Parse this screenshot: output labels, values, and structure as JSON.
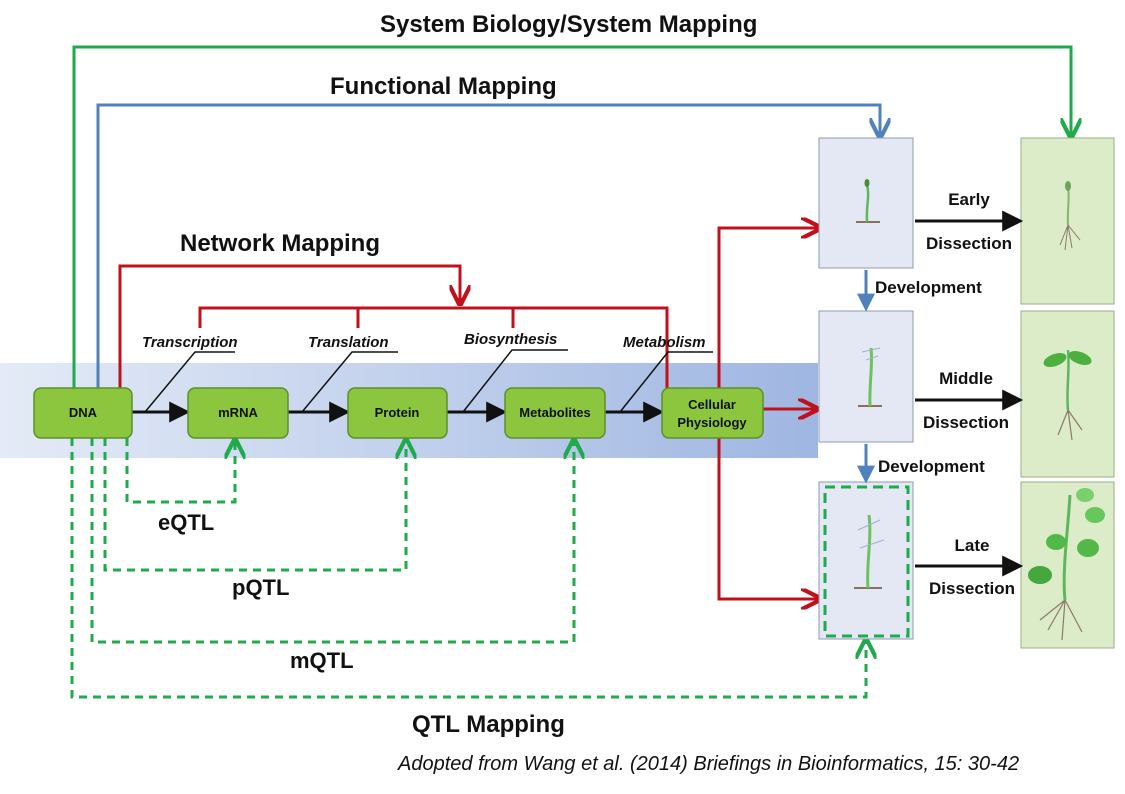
{
  "titles": {
    "system": "System Biology/System Mapping",
    "functional": "Functional Mapping",
    "network": "Network Mapping",
    "qtl": "QTL Mapping"
  },
  "steps": {
    "transcription": "Transcription",
    "translation": "Translation",
    "biosynthesis": "Biosynthesis",
    "metabolism": "Metabolism"
  },
  "nodes": {
    "dna": "DNA",
    "mrna": "mRNA",
    "protein": "Protein",
    "metabolites": "Metabolites",
    "cellular_line1": "Cellular",
    "cellular_line2": "Physiology"
  },
  "qtl_types": {
    "eqtl": "eQTL",
    "pqtl": "pQTL",
    "mqtl": "mQTL"
  },
  "stages": {
    "early": "Early",
    "middle": "Middle",
    "late": "Late",
    "dissection": "Dissection",
    "development": "Development"
  },
  "citation": "Adopted from Wang et al. (2014) Briefings in Bioinformatics, 15: 30-42",
  "colors": {
    "green_line": "#1faa4b",
    "blue_line": "#4f81bd",
    "red_line": "#c0101c",
    "node_fill": "#8cc63f",
    "band": "#b5c8ea",
    "panel_blue": "#e3e8f4",
    "panel_green": "#dcebc8"
  }
}
